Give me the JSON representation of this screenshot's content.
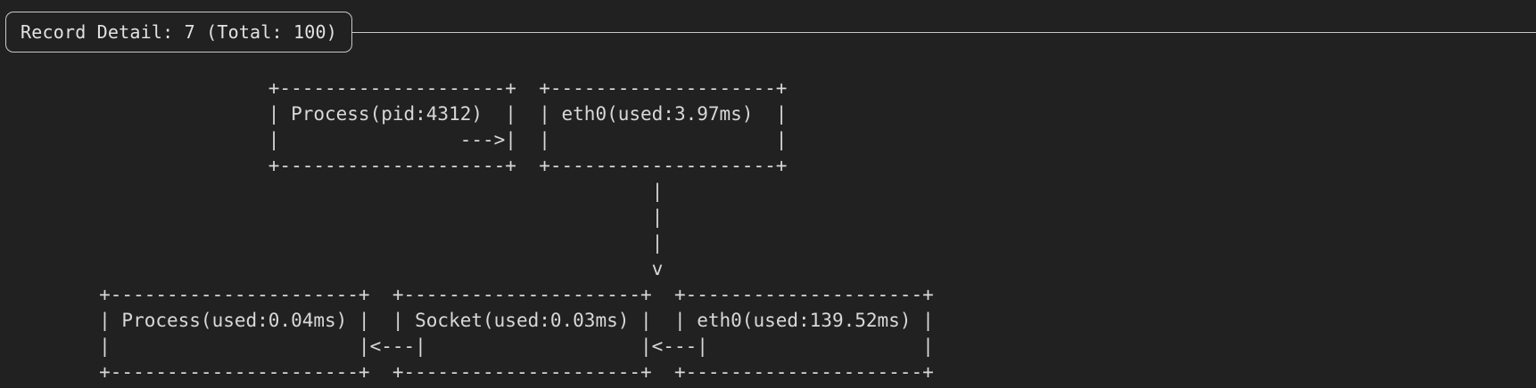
{
  "window": {
    "background_color": "#212121",
    "foreground_color": "#d6d6d6"
  },
  "header": {
    "title": "Record Detail: 7 (Total: 100)",
    "record_index": 7,
    "record_total": 100,
    "rule_char": "-"
  },
  "diagram": {
    "type": "ascii-box-flow",
    "nodes": [
      {
        "id": "proc-top",
        "label": "Process(pid:4312)",
        "row": 0,
        "col": 0
      },
      {
        "id": "eth0-top",
        "label": "eth0(used:3.97ms)",
        "row": 0,
        "col": 1
      },
      {
        "id": "proc-bot",
        "label": "Process(used:0.04ms)",
        "row": 1,
        "col": 0
      },
      {
        "id": "socket-bot",
        "label": "Socket(used:0.03ms)",
        "row": 1,
        "col": 1
      },
      {
        "id": "eth0-bot",
        "label": "eth0(used:139.52ms)",
        "row": 1,
        "col": 2
      }
    ],
    "edges": [
      {
        "from": "proc-top",
        "to": "eth0-top",
        "glyph": "--->",
        "direction": "right"
      },
      {
        "from": "eth0-top",
        "to": "eth0-bot",
        "glyph": "v",
        "direction": "down"
      },
      {
        "from": "eth0-bot",
        "to": "socket-bot",
        "glyph": "<---",
        "direction": "left"
      },
      {
        "from": "socket-bot",
        "to": "proc-bot",
        "glyph": "<---",
        "direction": "left"
      }
    ],
    "art": [
      "                       +--------------------+  +--------------------+",
      "                       | Process(pid:4312)  |  | eth0(used:3.97ms)  |",
      "                       |                --->|  |                    |",
      "                       +--------------------+  +--------------------+",
      "                                                         |",
      "                                                         |",
      "                                                         |",
      "                                                         v",
      "        +----------------------+  +---------------------+  +---------------------+",
      "        | Process(used:0.04ms) |  | Socket(used:0.03ms) |  | eth0(used:139.52ms) |",
      "        |                      |<---|                   |<---|                   |",
      "        +----------------------+  +---------------------+  +---------------------+"
    ]
  }
}
